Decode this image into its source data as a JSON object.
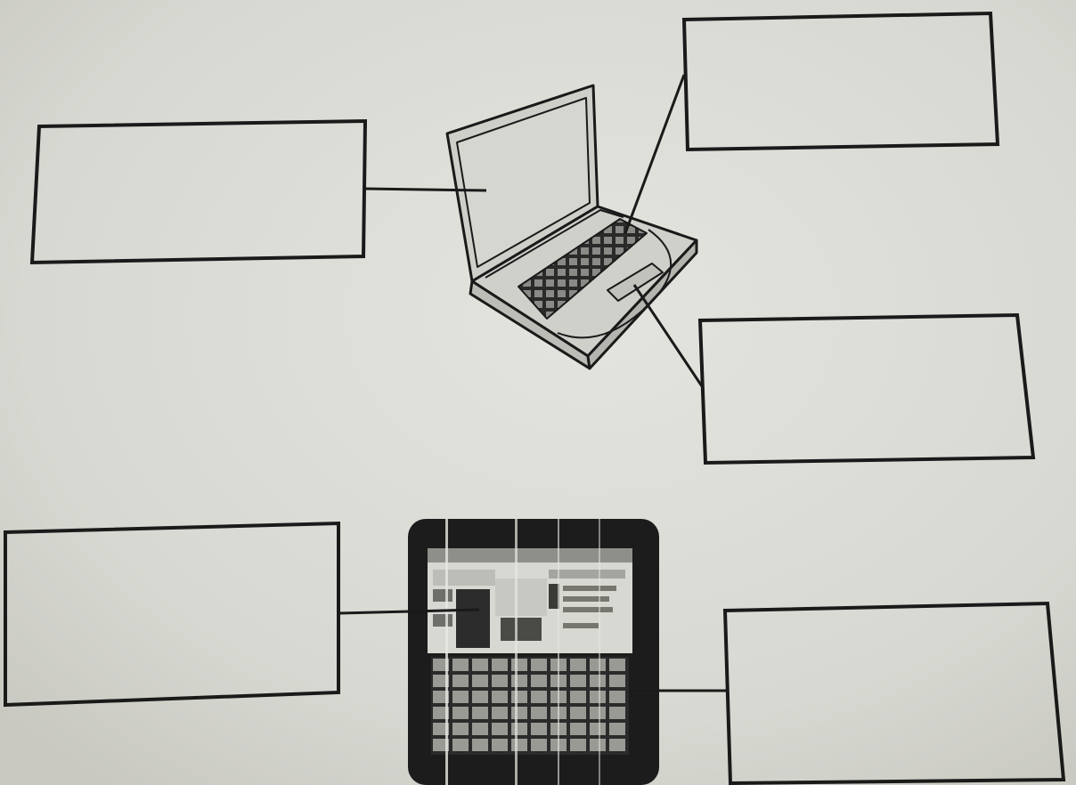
{
  "worksheet": {
    "paper_color": "#dcdcd7",
    "ink_color": "#1a1a1a",
    "laptop": {
      "icon": "laptop-icon",
      "callouts": [
        {
          "part": "screen",
          "label": ""
        },
        {
          "part": "keyboard",
          "label": ""
        },
        {
          "part": "touchpad",
          "label": ""
        }
      ]
    },
    "tablet": {
      "icon": "tablet-icon",
      "callouts": [
        {
          "part": "screen",
          "label": ""
        },
        {
          "part": "on-screen-keyboard",
          "label": ""
        }
      ]
    }
  }
}
